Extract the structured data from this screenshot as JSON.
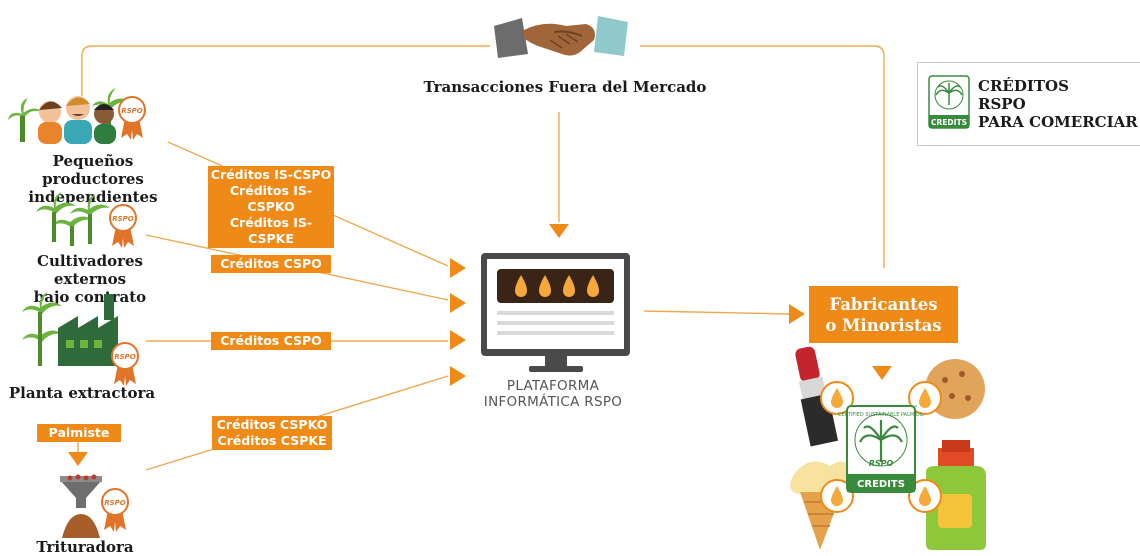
{
  "market": {
    "title": "Transacciones Fuera del Mercado"
  },
  "legend": {
    "line1": "CRÉDITOS",
    "line2": "RSPO",
    "line3": "PARA COMERCIAR",
    "badge_text": "CREDITS"
  },
  "producers": [
    {
      "line1": "Pequeños productores",
      "line2": "independientes"
    },
    {
      "line1": "Cultivadores externos",
      "line2": "bajo contrato"
    },
    {
      "line1": "Planta extractora",
      "line2": ""
    },
    {
      "line1": "Trituradora",
      "line2": ""
    }
  ],
  "medal_text": "RSPO",
  "credits_tags": {
    "is": [
      "Créditos IS-CSPO",
      "Créditos IS-CSPKO",
      "Créditos IS-CSPKE"
    ],
    "cspo_a": "Créditos CSPO",
    "cspo_b": "Créditos CSPO",
    "kernel": [
      "Créditos CSPKO",
      "Créditos CSPKE"
    ]
  },
  "palmiste_tag": "Palmiste",
  "platform": {
    "line1": "PLATAFORMA",
    "line2": "INFORMÁTICA RSPO"
  },
  "manufacturers": {
    "line1": "Fabricantes",
    "line2": "o Minoristas"
  },
  "certified_label": {
    "arc_text": "CERTIFIED SUSTAINABLE PALM OIL",
    "rspo": "RSPO",
    "credits": "CREDITS",
    "tm": "™"
  },
  "colors": {
    "accent": "#ef8a17",
    "green": "#6cb33f",
    "dark_green": "#2f6b3a",
    "monitor": "#4a4a4a"
  }
}
